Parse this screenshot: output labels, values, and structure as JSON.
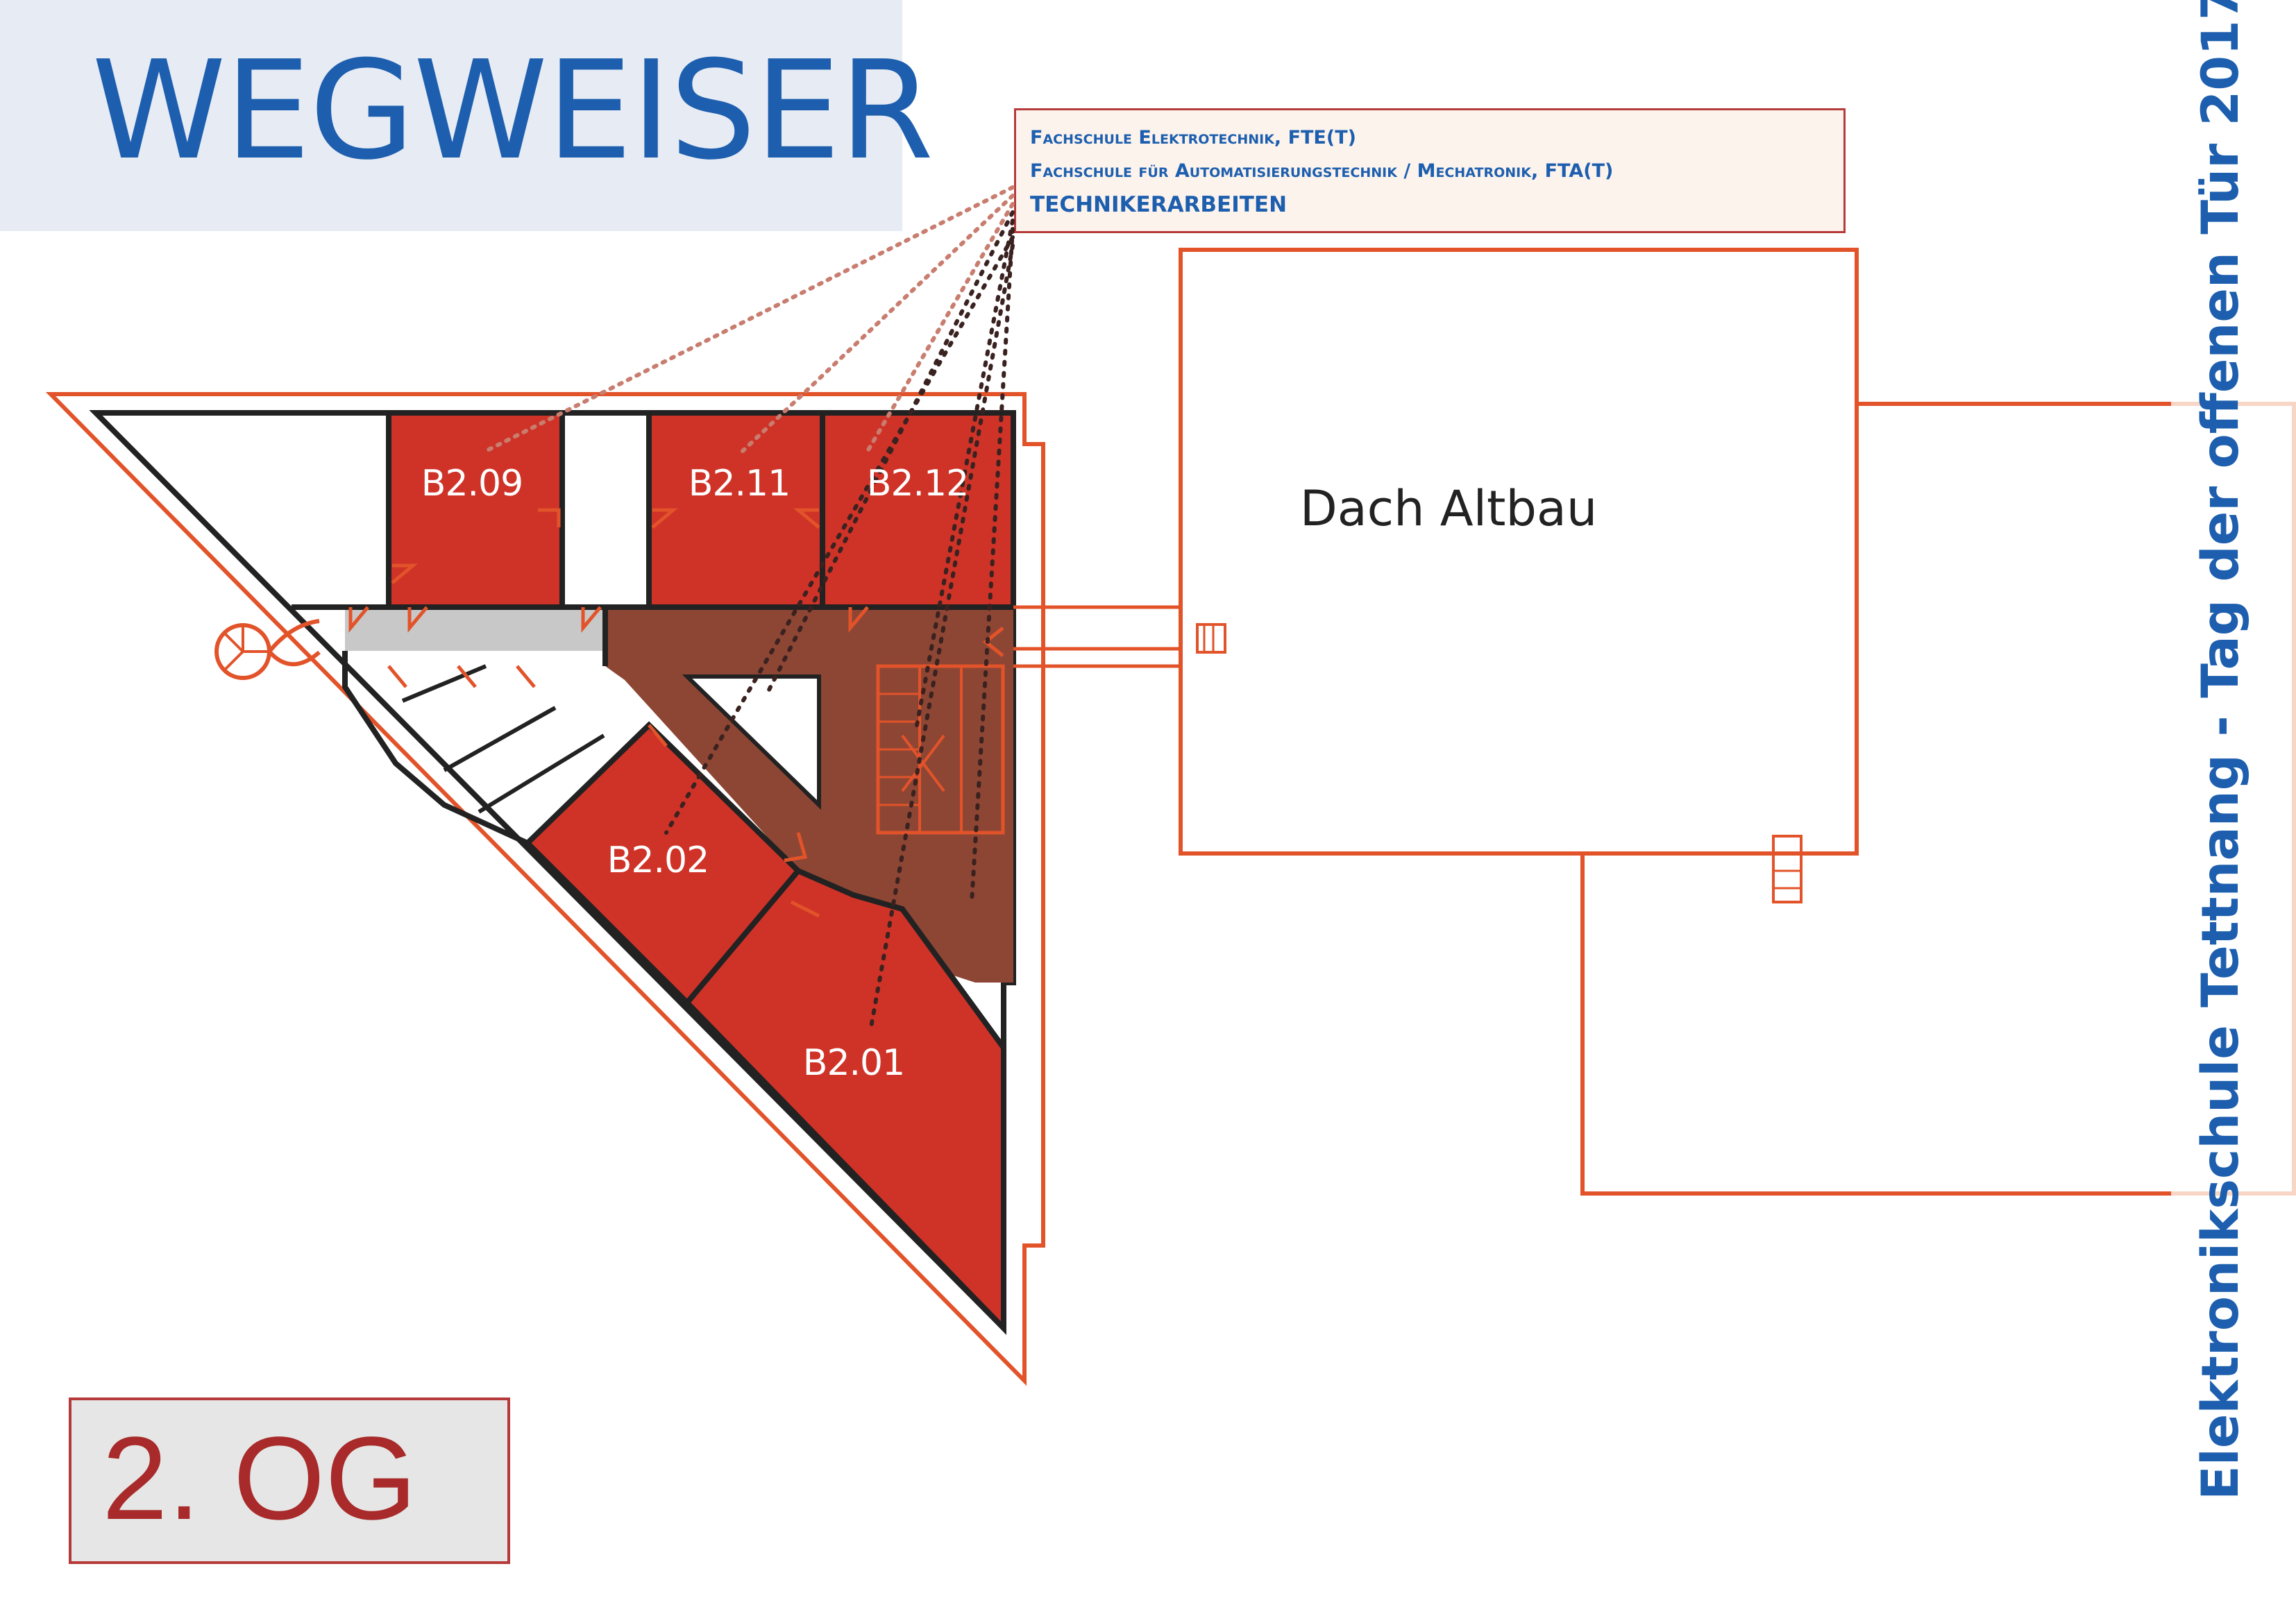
{
  "title": "WEGWEISER",
  "info_box": {
    "line1": "Fachschule Elektrotechnik, FTE(T)",
    "line2": "Fachschule für Automatisierungstechnik / Mechatronik, FTA(T)",
    "line3": "TECHNIKERARBEITEN"
  },
  "rooms": [
    "B2.09",
    "B2.11",
    "B2.12",
    "B2.02",
    "B2.01"
  ],
  "building_label": "Dach Altbau",
  "floor_label": "2. OG",
  "side_label": "Elektronikschule Tettnang - Tag der offenen Tür 2017",
  "colors": {
    "title_blue": "#1d5fae",
    "room_red": "#cf3328",
    "lobby_brown": "#8e4634",
    "outline_orange": "#e2532a",
    "corridor_gray": "#c8c8c8",
    "floor_red": "#a82a2a"
  }
}
